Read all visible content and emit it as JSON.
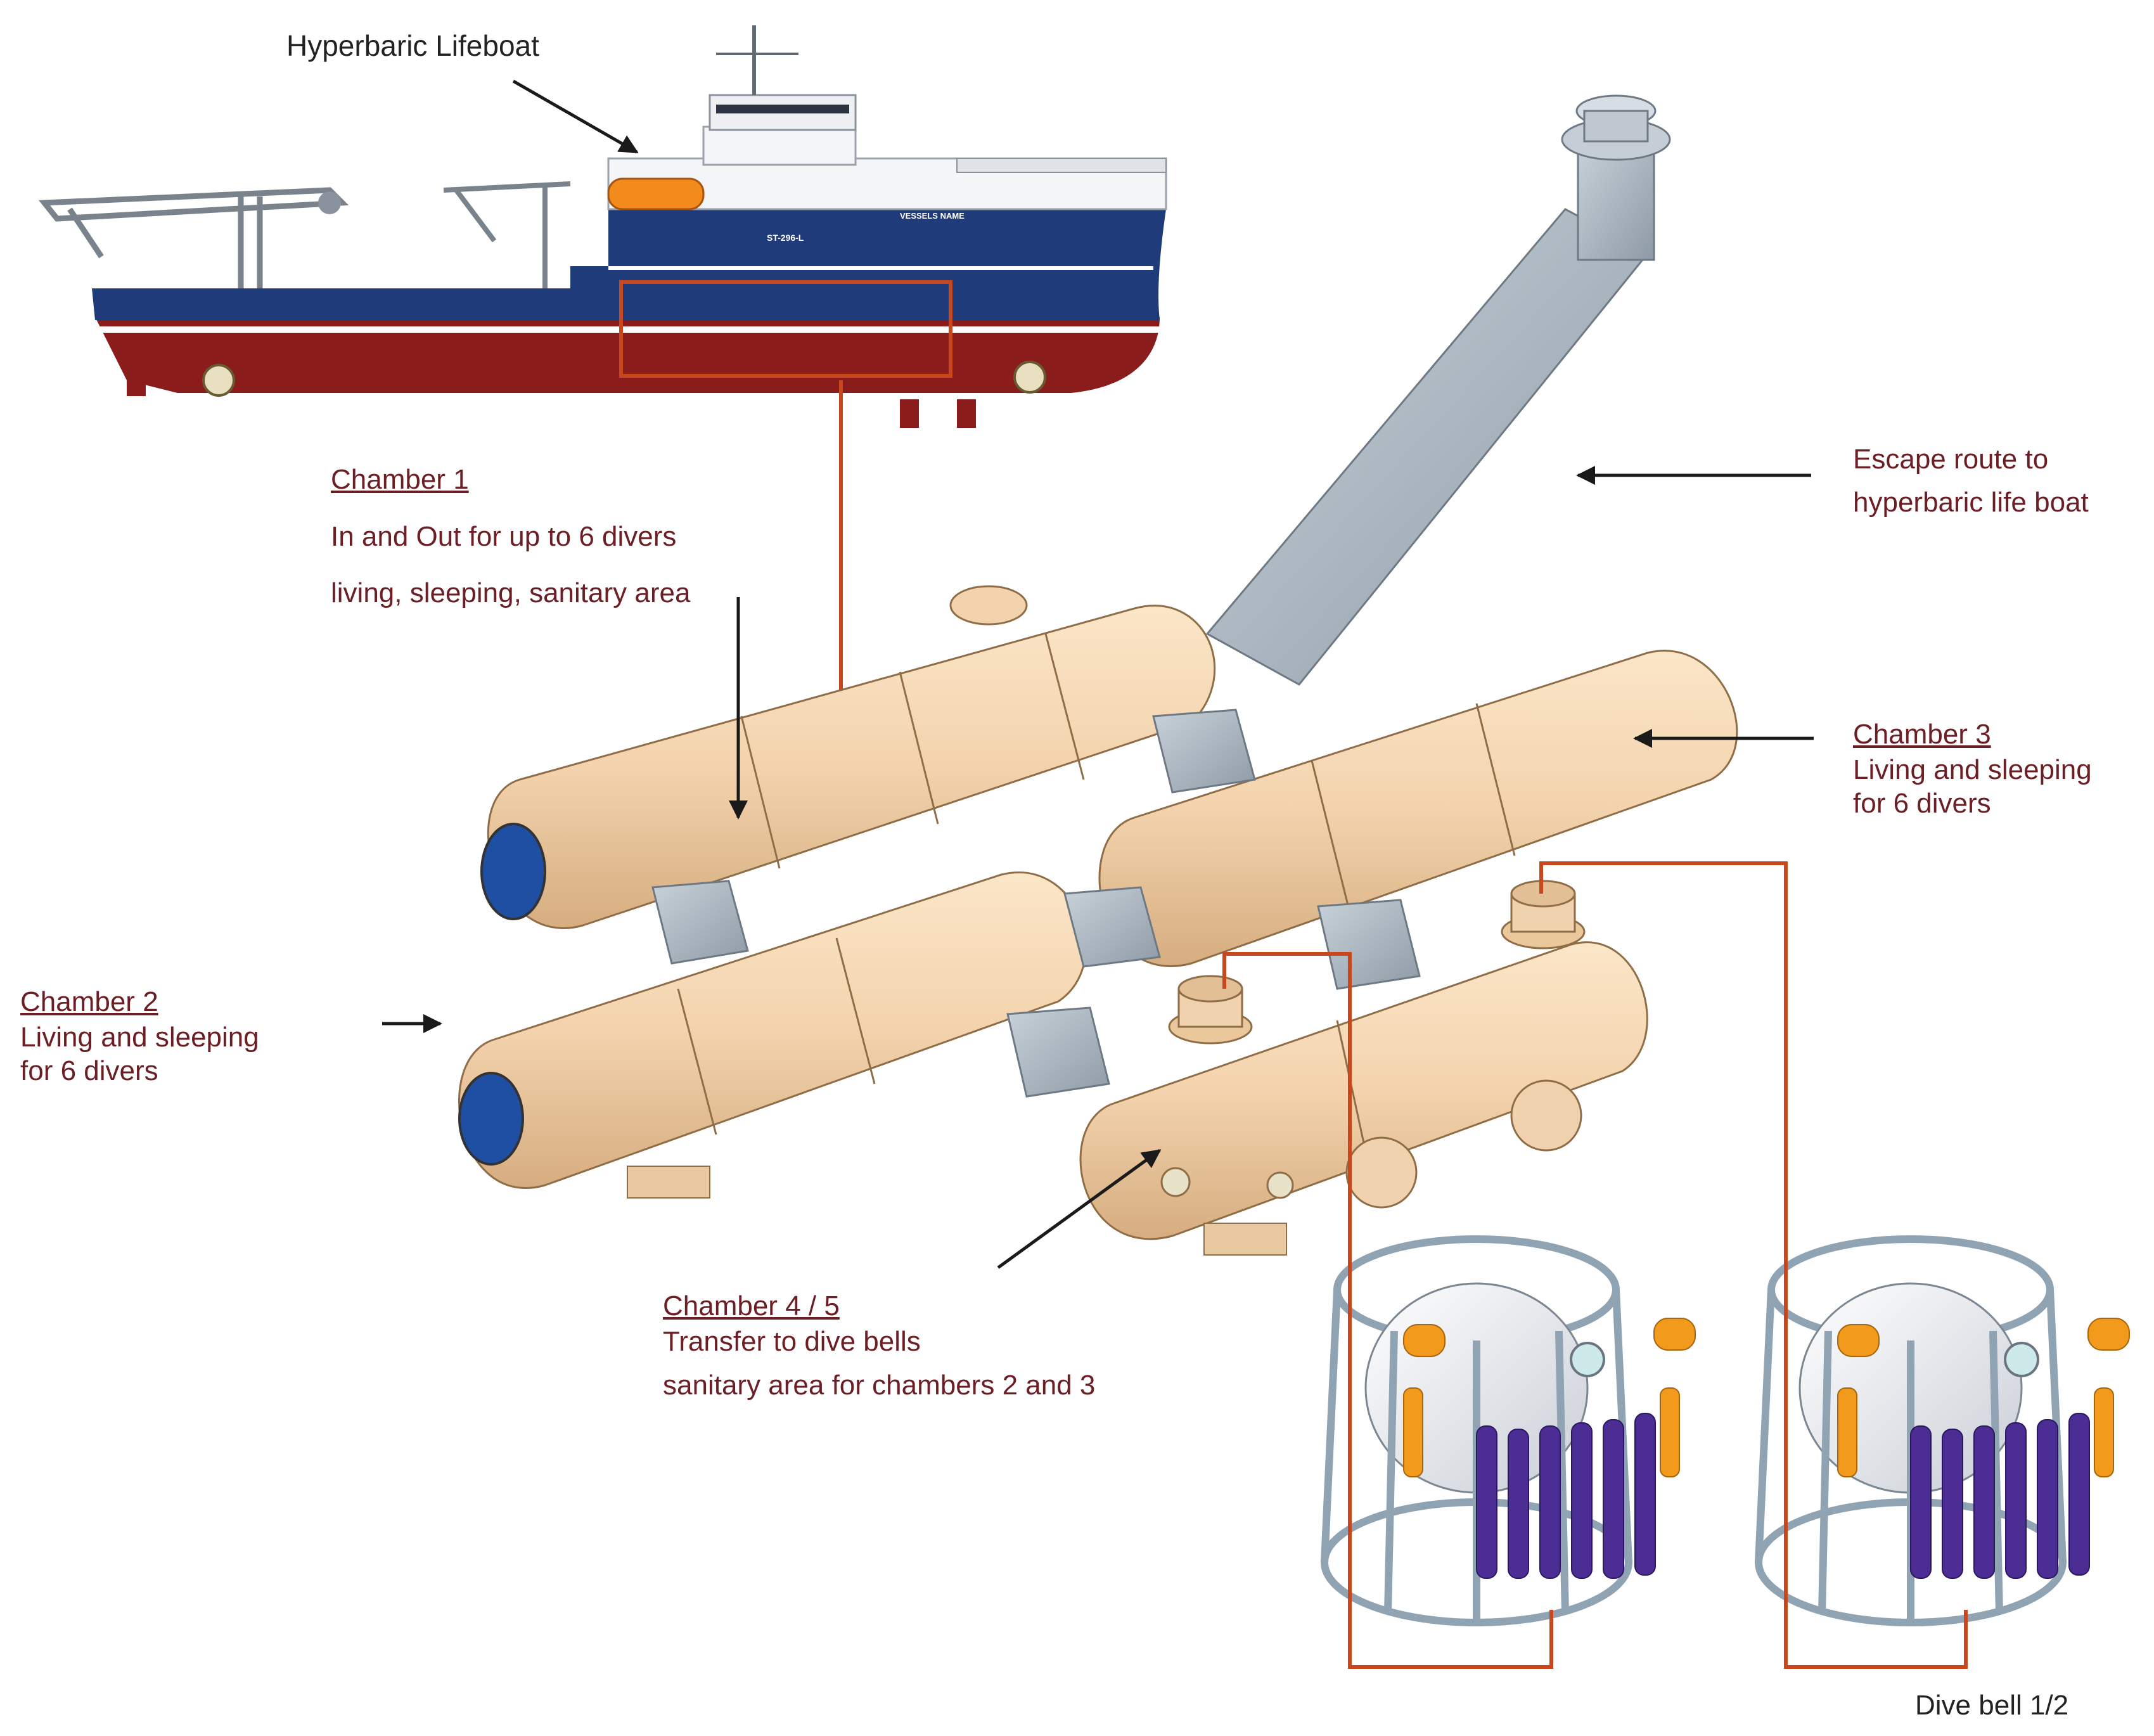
{
  "labels": {
    "lifeboat": "Hyperbaric Lifeboat",
    "chamber1": {
      "title": "Chamber 1",
      "lines": [
        "In and Out for up to 6 divers",
        "living, sleeping, sanitary area"
      ]
    },
    "escape": {
      "lines": [
        "Escape route to",
        "hyperbaric life boat"
      ]
    },
    "chamber3": {
      "title": "Chamber 3",
      "lines": [
        "Living and sleeping",
        "for 6 divers"
      ]
    },
    "chamber2": {
      "title": "Chamber 2",
      "lines": [
        "Living and sleeping",
        "for 6 divers"
      ]
    },
    "chamber45": {
      "title": "Chamber 4 / 5",
      "lines": [
        "Transfer to dive bells",
        "sanitary area for chambers 2 and 3"
      ]
    },
    "divebell": "Dive bell 1/2"
  },
  "ship": {
    "hull_marking": "ST-296-L",
    "name_marking": "VESSELS NAME"
  },
  "colors": {
    "chamber": "#f3d3ad",
    "chamber_shade": "#d9b48a",
    "pipe": "#a9b4bf",
    "hull_upper": "#1f3b7a",
    "hull_lower": "#8a1c1c",
    "superstructure": "#ffffff",
    "lifeboat": "#f28a1c",
    "callout": "#c8471d",
    "bell_frame": "#8fa3b3",
    "bell_cylinder": "#4b2d93",
    "bell_orange": "#f29a1c",
    "text_label": "#6b1e24",
    "arrow": "#1a1a1a"
  }
}
